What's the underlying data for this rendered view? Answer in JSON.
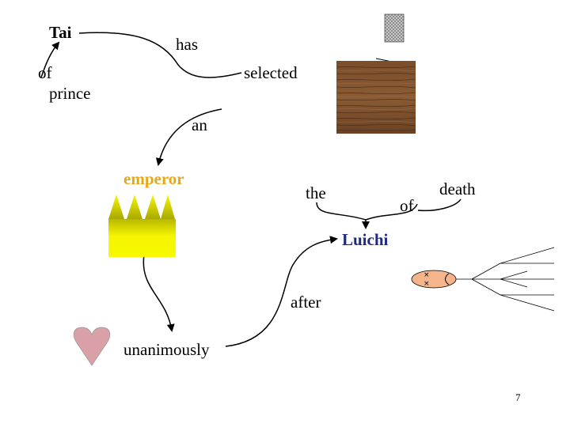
{
  "words": {
    "tai": "Tai",
    "of_1": "of",
    "prince": "prince",
    "has": "has",
    "selected": "selected",
    "an": "an",
    "emperor": "emperor",
    "the": "the",
    "of_2": "of",
    "death": "death",
    "luichi": "Luichi",
    "after": "after",
    "unanimously": "unanimously"
  },
  "page_number": "7",
  "colors": {
    "emperor_text": "#e6a817",
    "luichi_text": "#1f2a80",
    "crown_yellow": "#f5f500",
    "crown_olive": "#b5b500",
    "heart_fill": "#d9a0a8",
    "fish_fill": "#f5b48a",
    "wood_dark": "#6e4526",
    "gray_box": "#b4b4b4"
  },
  "icons": {
    "gray_box": "gray-square-icon",
    "wood": "wood-texture-icon",
    "crown": "crown-icon",
    "heart": "heart-icon",
    "fish": "fish-bone-icon"
  }
}
